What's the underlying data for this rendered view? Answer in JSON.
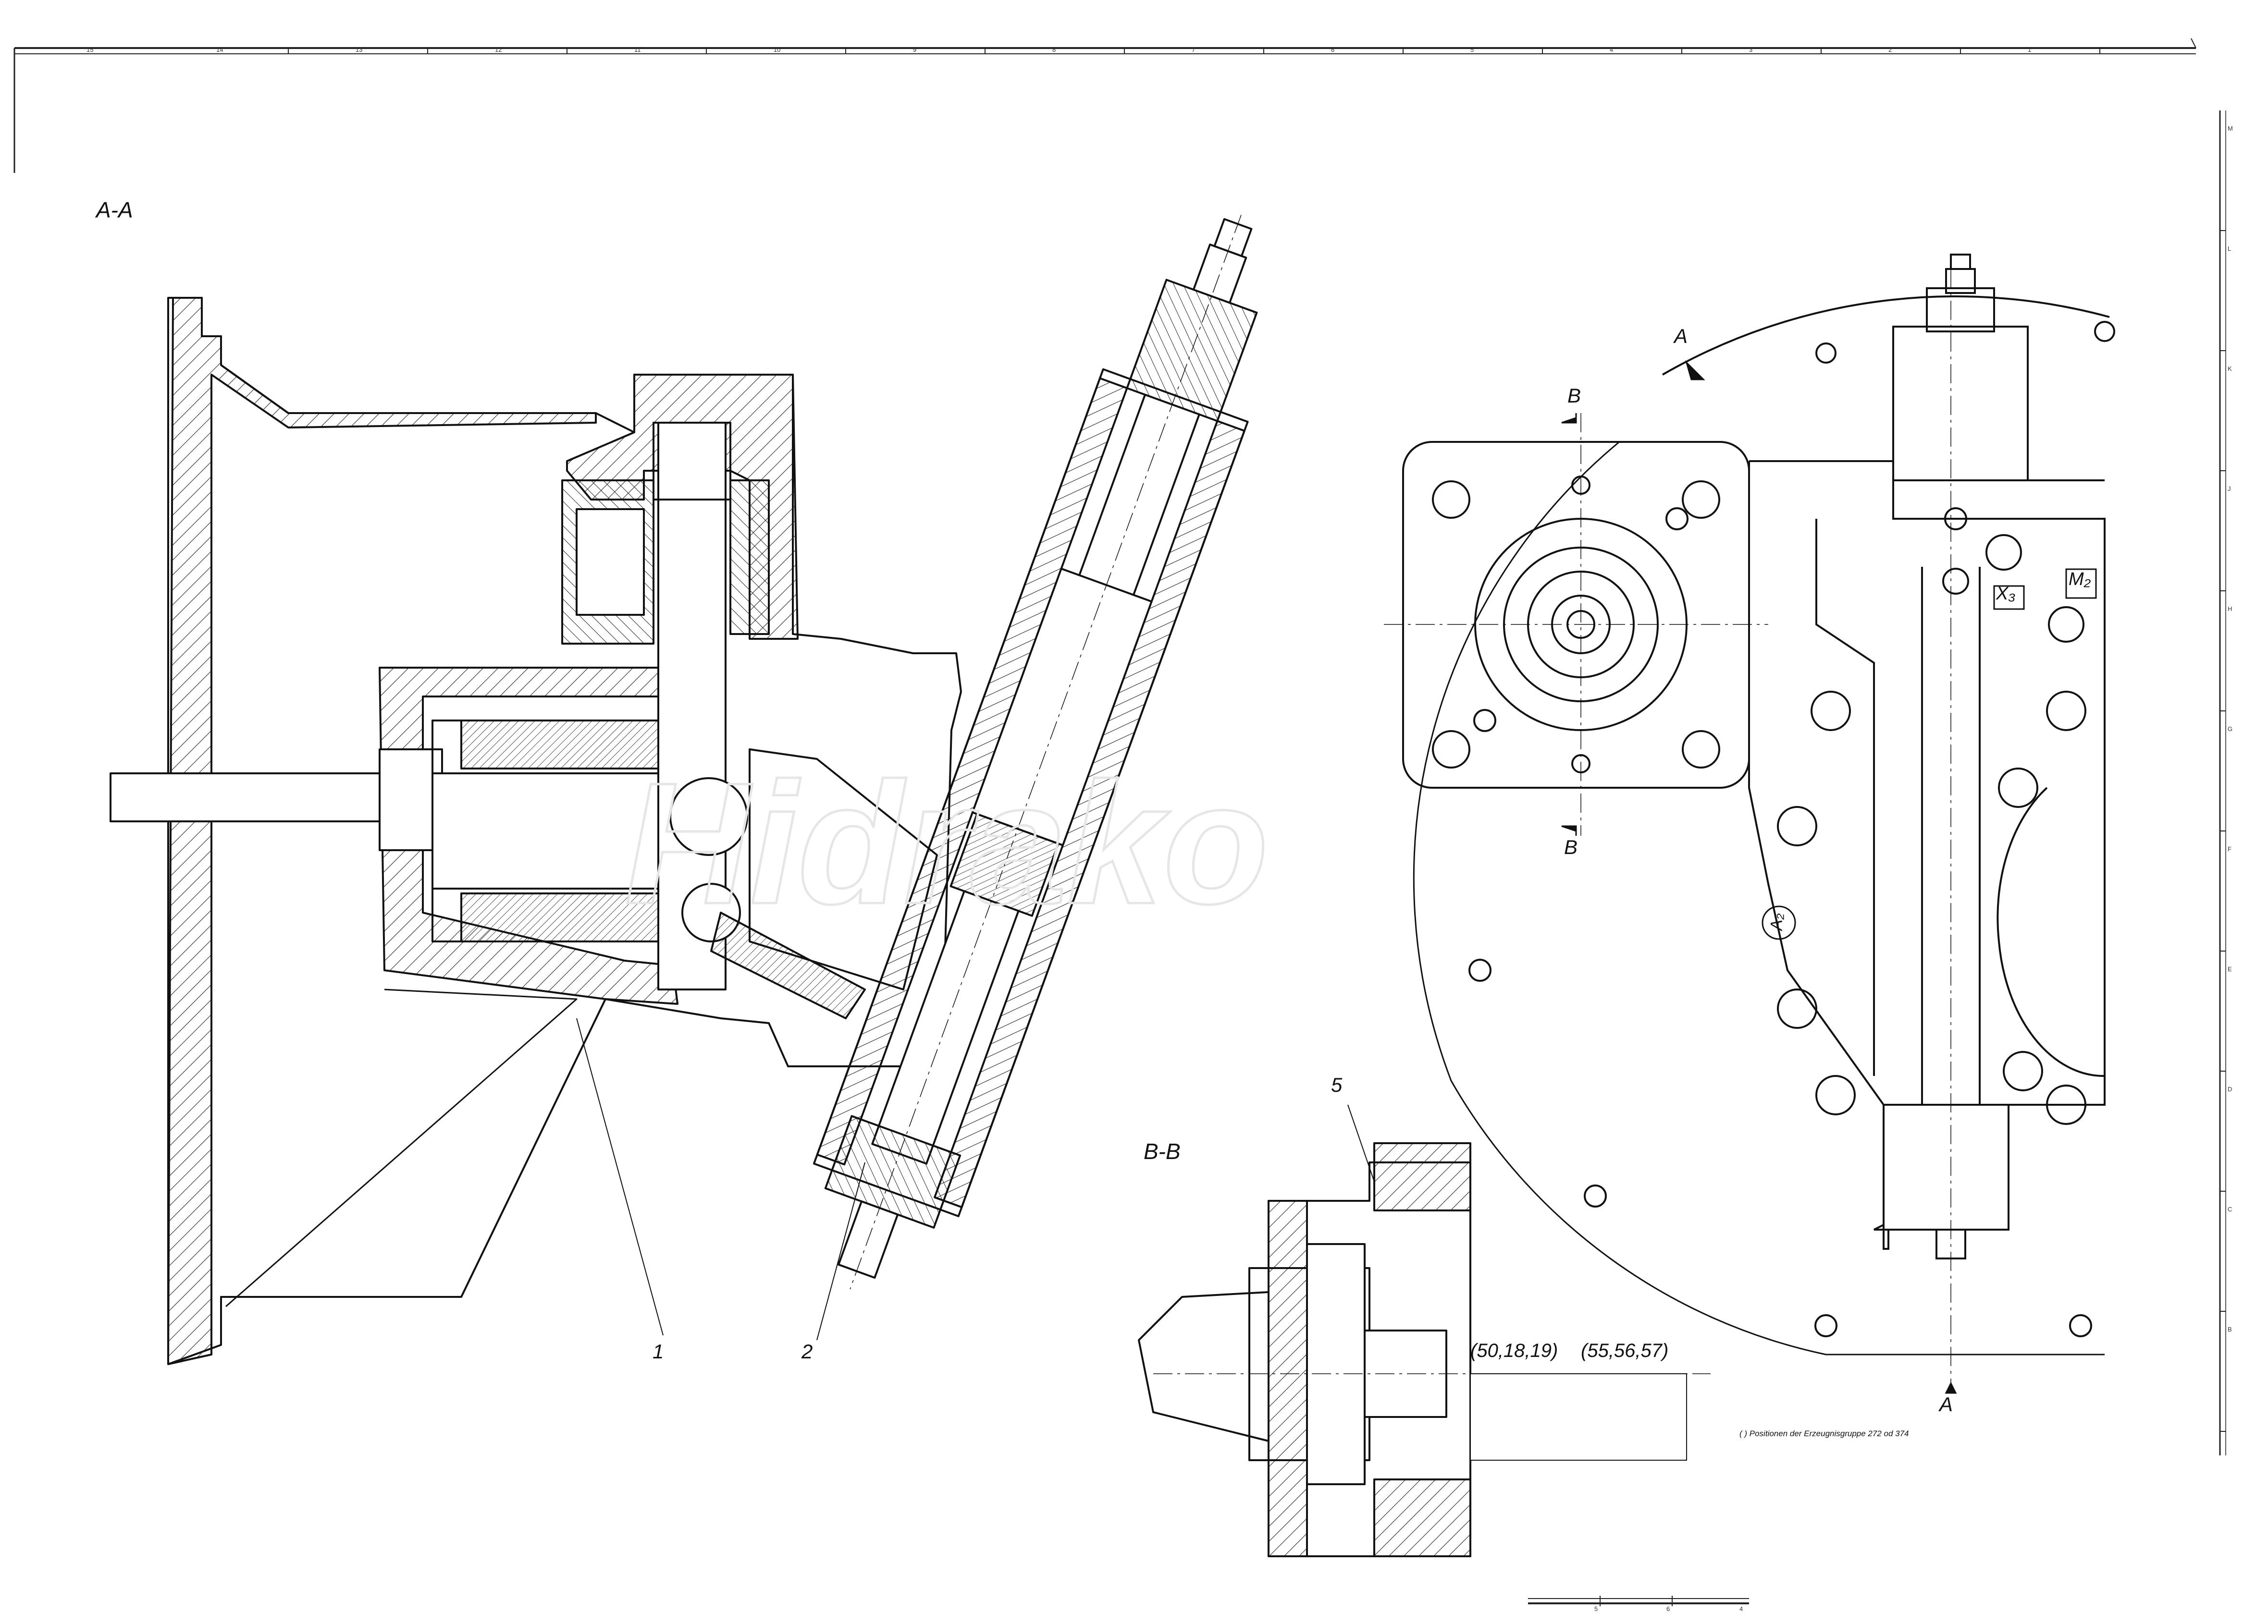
{
  "sections": {
    "aa": "A-A",
    "bb": "B-B"
  },
  "cut_markers": {
    "a_top": "A",
    "a_bottom": "A",
    "b_top": "B",
    "b_bottom": "B"
  },
  "parts": {
    "p1": "1",
    "p2": "2",
    "p5": "5"
  },
  "ports": {
    "x3": "X₃",
    "m2": "M₂",
    "a2": "A₂"
  },
  "references": {
    "ref1": "(50,18,19)",
    "ref2": "(55,56,57)"
  },
  "note": "( ) Positionen der Erzeugnisgruppe  272 od 374",
  "frame": {
    "top_ticks": [
      "15",
      "14",
      "13",
      "12",
      "11",
      "10",
      "9",
      "8",
      "7",
      "6",
      "5",
      "4",
      "3",
      "2",
      "1"
    ],
    "right_ticks": [
      "M",
      "L",
      "K",
      "J",
      "H",
      "G",
      "F",
      "E",
      "D",
      "C",
      "B"
    ],
    "bottom_scale": [
      "5",
      "6",
      "4"
    ]
  },
  "watermark": "Hidrako"
}
